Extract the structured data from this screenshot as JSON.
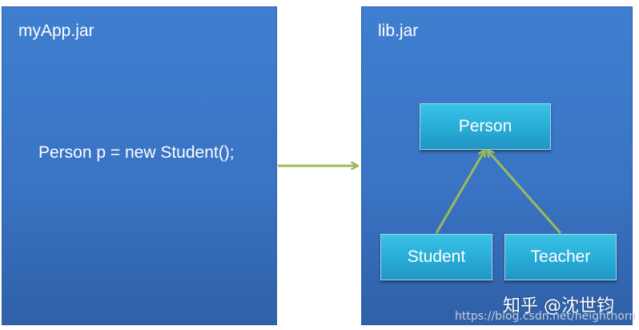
{
  "left_panel": {
    "title": "myApp.jar",
    "code": "Person p = new Student();"
  },
  "right_panel": {
    "title": "lib.jar",
    "classes": {
      "person": "Person",
      "student": "Student",
      "teacher": "Teacher"
    }
  },
  "watermark": {
    "text": "知乎 @沈世钧",
    "url": "https://blog.csdn.net/neighthorn"
  },
  "colors": {
    "panel": "#3a74c4",
    "class_box": "#29aed8",
    "arrow": "#9bbb59"
  }
}
